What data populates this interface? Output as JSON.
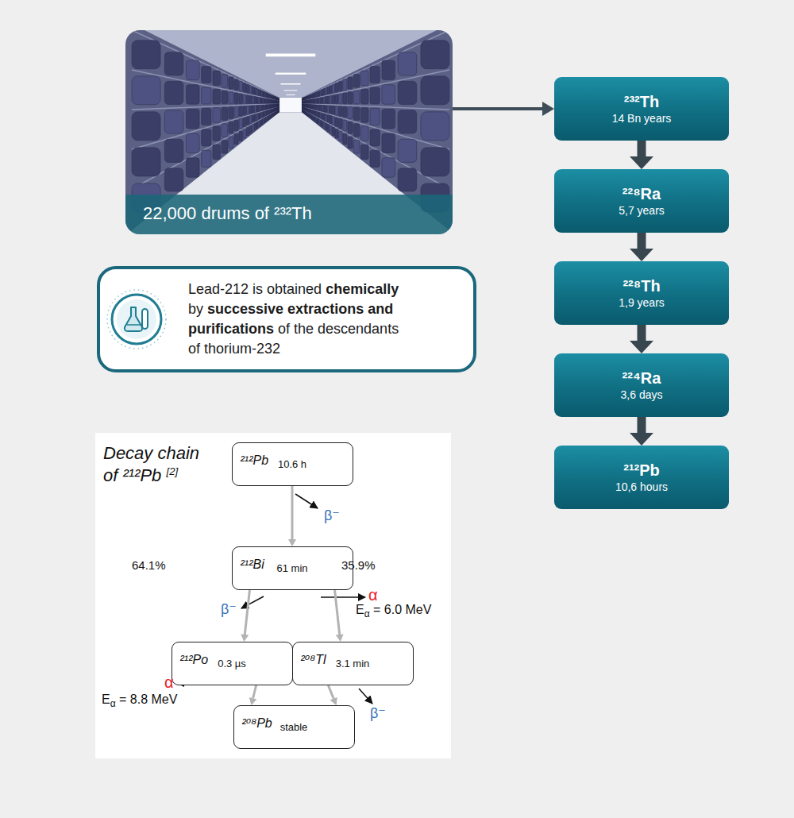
{
  "diagram": {
    "nodes": [
      {
        "text": [
          "22,000 drums of ²³²Th"
        ]
      },
      {
        "text": [
          "²³²Th",
          "14 Bn years"
        ]
      },
      {
        "text": [
          "²²⁸Ra",
          "5,7 years"
        ]
      },
      {
        "text": [
          "²²⁸Th",
          "1,9 years"
        ]
      },
      {
        "text": [
          "²²⁴Ra",
          "3,6 days"
        ]
      },
      {
        "text": [
          "²¹²Pb",
          "10,6 hours"
        ]
      },
      {
        "text": [
          "Lead-212 is obtained chemically by successive extractions and purifications of the descendants of thorium-232"
        ]
      },
      {
        "text": [
          "Decay chain of ²¹²Pb [2]"
        ]
      },
      {
        "text": [
          "²¹²Pb",
          "10.6 h"
        ],
        "in": 7
      },
      {
        "text": [
          "²¹²Bi",
          "61 min"
        ],
        "in": 7
      },
      {
        "text": [
          "²¹²Po",
          "0.3 µs"
        ],
        "in": 7
      },
      {
        "text": [
          "²⁰⁸Tl",
          "3.1 min"
        ],
        "in": 7
      },
      {
        "text": [
          "²⁰⁸Pb",
          "stable"
        ],
        "in": 7
      }
    ],
    "edges": [
      {
        "from": 0,
        "to": 1,
        "arrow": "to"
      },
      {
        "from": 1,
        "to": 2,
        "arrow": "to"
      },
      {
        "from": 2,
        "to": 3,
        "arrow": "to"
      },
      {
        "from": 3,
        "to": 4,
        "arrow": "to"
      },
      {
        "from": 4,
        "to": 5,
        "arrow": "to"
      },
      {
        "from": 8,
        "to": 9,
        "arrow": "to"
      },
      {
        "from": 9,
        "to": 10,
        "arrow": "to"
      },
      {
        "from": 9,
        "to": 11,
        "arrow": "to"
      },
      {
        "from": 10,
        "to": 12,
        "arrow": "to"
      },
      {
        "from": 11,
        "to": 12,
        "arrow": "to"
      }
    ],
    "labels": [
      "β⁻",
      "64.1%",
      "35.9%",
      "β⁻",
      "α",
      "Eα = 6.0 MeV",
      "α",
      "Eα = 8.8 MeV",
      "β⁻"
    ]
  }
}
